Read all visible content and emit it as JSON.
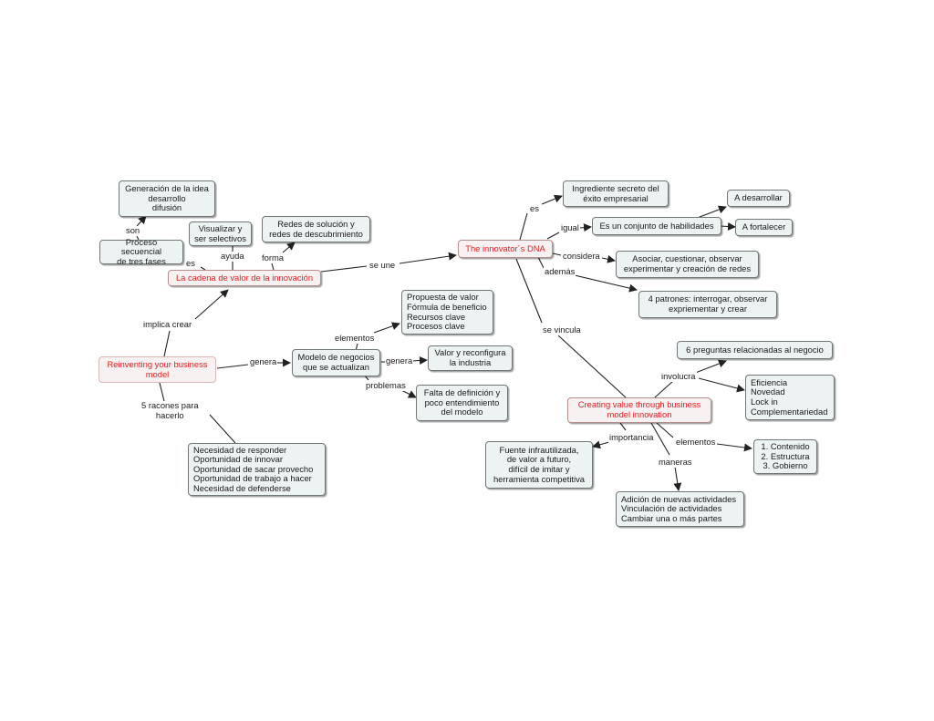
{
  "colors": {
    "accent_red": "#e02020",
    "node_bg": "#edf2f2",
    "border": "#6f7777",
    "line": "#222222"
  },
  "nodes": {
    "reinventing": "Reinventing your business\nmodel",
    "cadena": "La cadena de valor de la innovación",
    "dna": "The innovator´s DNA",
    "creating": "Creating value through business\nmodel innovation",
    "generacion": "Generación de la idea\ndesarrollo\ndifusión",
    "proceso": "Proceso secuencial\nde tres fases",
    "visualizar": "Visualizar y\nser selectivos",
    "redes": "Redes de solución y\nredes de descubrimiento",
    "ingrediente": "Ingrediente secreto del\néxito empresarial",
    "conjunto": "Es un conjunto de habilidades",
    "desarrollar": "A desarrollar",
    "fortalecer": "A fortalecer",
    "asociar": "Asociar, cuestionar, observar\nexperimentar y creación de redes",
    "patrones": "4 patrones: interrogar, observar\nexpriementar y crear",
    "propuesta": "Propuesta de valor\nFórmula de beneficio\nRecursos clave\nProcesos clave",
    "modelo": "Modelo de negocios\nque se actualizan",
    "valor": "Valor y reconfigura\nla industria",
    "falta": "Falta de definición y\npoco entendimiento\ndel modelo",
    "necesidad": "Necesidad de responder\nOportunidad de innovar\nOportunidad de sacar provecho\nOportunidad de trabajo a hacer\nNecesidad de defenderse",
    "preguntas": "6 preguntas relacionadas al negocio",
    "eficiencia": "Eficiencia\nNovedad\nLock in\nComplementariedad",
    "contenido": "1. Contenido\n2. Estructura\n3. Gobierno",
    "fuente": "Fuente infrautilizada,\nde valor a futuro,\ndifícil de imitar y\nherramienta competitiva",
    "adicion": "Adición de nuevas actividades\nVinculación de actividades\nCambiar una o más partes"
  },
  "links": {
    "son": "son",
    "es1": "es",
    "ayuda": "ayuda",
    "forma": "forma",
    "implica": "implica crear",
    "genera1": "genera",
    "elementos1": "elementos",
    "genera2": "genera",
    "problemas": "problemas",
    "razones": "5  racones para\nhacerlo",
    "se_une": "se une",
    "es2": "es",
    "igual": "igual",
    "considera": "considera",
    "ademas": "además",
    "se_vincula": "se vincula",
    "involucra": "involucra",
    "importancia": "importancia",
    "elementos2": "elementos",
    "maneras": "maneras"
  }
}
